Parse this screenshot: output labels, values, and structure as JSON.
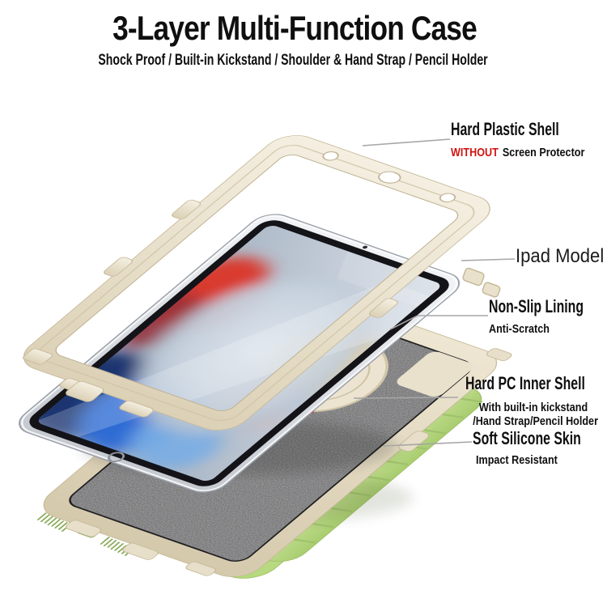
{
  "title": "3-Layer Multi-Function Case",
  "subtitle": "Shock Proof / Built-in Kickstand / Shoulder & Hand Strap / Pencil Holder",
  "annotations": {
    "hard_plastic_shell": {
      "label": "Hard Plastic Shell",
      "highlight": "WITHOUT",
      "note": "Screen Protector"
    },
    "ipad_model": {
      "label": "Ipad Model"
    },
    "non_slip_lining": {
      "label": "Non-Slip Lining",
      "note": "Anti-Scratch"
    },
    "hard_pc_inner_shell": {
      "label": "Hard PC Inner Shell",
      "note_line1": "With built-in kickstand",
      "note_line2": "/Hand Strap/Pencil Holder"
    },
    "soft_silicone_skin": {
      "label": "Soft Silicone Skin",
      "note": "Impact Resistant"
    }
  },
  "colors": {
    "highlight_red": "#cf1410",
    "text_black": "#0f0f0f",
    "leader_gray": "#a6a6a6",
    "shell_cream": "#e9e1cc",
    "silicone_green": "#c6e295",
    "foam_black": "#303032",
    "ipad_silver": "#dfe3e8"
  }
}
